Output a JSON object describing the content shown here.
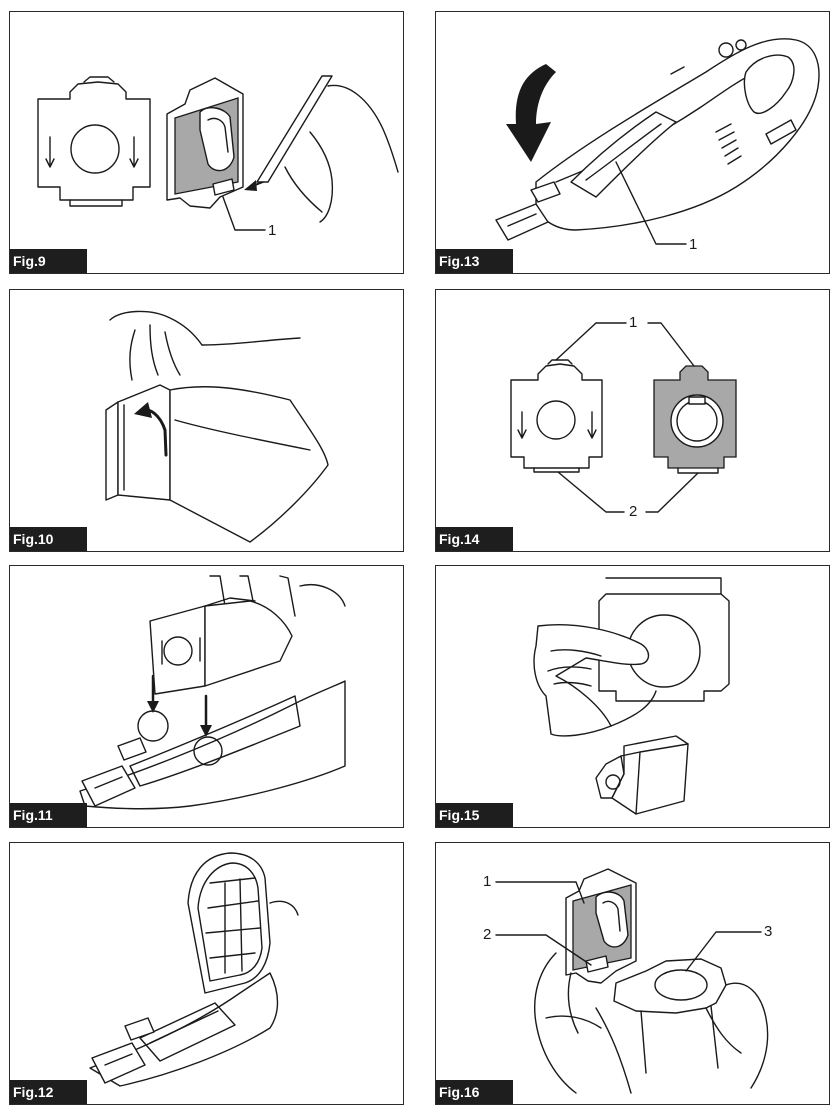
{
  "figures": [
    {
      "id": "fig9",
      "label": "Fig.9",
      "callouts": [
        "1"
      ]
    },
    {
      "id": "fig13",
      "label": "Fig.13",
      "callouts": [
        "1"
      ]
    },
    {
      "id": "fig10",
      "label": "Fig.10",
      "callouts": []
    },
    {
      "id": "fig14",
      "label": "Fig.14",
      "callouts": [
        "1",
        "2"
      ]
    },
    {
      "id": "fig11",
      "label": "Fig.11",
      "callouts": []
    },
    {
      "id": "fig15",
      "label": "Fig.15",
      "callouts": []
    },
    {
      "id": "fig12",
      "label": "Fig.12",
      "callouts": []
    },
    {
      "id": "fig16",
      "label": "Fig.16",
      "callouts": [
        "1",
        "2",
        "3"
      ]
    }
  ],
  "colors": {
    "frame": "#2a2a2a",
    "label_bg": "#1e1e1e",
    "label_text": "#ffffff",
    "filter_grey": "#a8a8a8"
  }
}
